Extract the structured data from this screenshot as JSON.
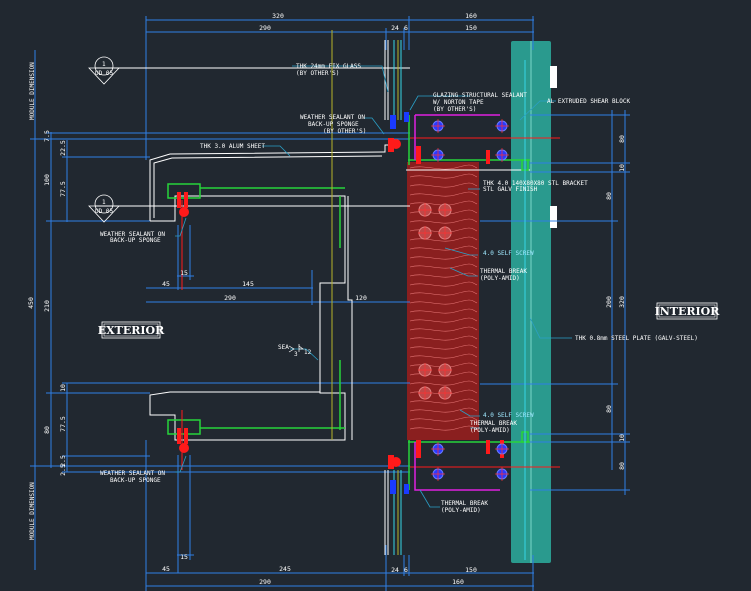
{
  "drawing": {
    "title": "Curtain wall horizontal section detail",
    "background": "#212830",
    "colors": {
      "dimension": "#2f7fe6",
      "outline": "#ffffff",
      "green": "#27d43a",
      "red": "#ff1a1a",
      "magenta": "#e020e0",
      "cyan": "#36d6e6",
      "yellow": "#e6e62a",
      "insulation": "#8a1f1f",
      "glass_panel": "#2a9a8e"
    },
    "zone_labels": {
      "exterior": "EXTERIOR",
      "interior": "INTERIOR"
    },
    "section_markers": [
      {
        "number": "1",
        "sheet": "UD 05"
      },
      {
        "number": "1",
        "sheet": "UD 05"
      }
    ],
    "side_labels": {
      "module_top": "MODULE DIMENSION",
      "module_bottom": "MODULE DIMENSION"
    },
    "top_dims": {
      "row1": [
        "320",
        "160"
      ],
      "row2": [
        "290",
        "24",
        "6",
        "150"
      ]
    },
    "bottom_dims": {
      "row1": [
        "45",
        "245",
        "24",
        "6",
        "150"
      ],
      "row2": [
        "290",
        "160"
      ],
      "small": "15"
    },
    "mid_dims": {
      "row1": [
        "45",
        "145"
      ],
      "row2": [
        "290",
        "120"
      ],
      "small": "15"
    },
    "left_dims": {
      "outer": "450",
      "inner": "210",
      "upper": [
        "7.5",
        "22.5",
        "100",
        "77.5"
      ],
      "lower": [
        "10",
        "80",
        "77.5",
        "2.5",
        "2.5"
      ]
    },
    "right_dims": {
      "upper": [
        "80",
        "10",
        "80"
      ],
      "middle": [
        "200",
        "320"
      ],
      "lower": [
        "80",
        "10",
        "80"
      ]
    },
    "weld_symbol": {
      "ref": "SEA",
      "size": "3",
      "length": "12"
    },
    "annotations": {
      "glass": [
        "THK 24mm FIX GLASS",
        "(BY OTHER'S)"
      ],
      "weather_sealant_top": [
        "WEATHER SEALANT ON",
        "BACK-UP SPONGE",
        "(BY OTHER'S)"
      ],
      "glazing_sealant": [
        "GLAZING STRUCTURAL SEALANT",
        "W/ NORTON TAPE",
        "(BY OTHER'S)"
      ],
      "shear_block": "AL EXTRUDED SHEAR BLOCK",
      "alum_sheet": "THK 3.0 ALUM SHEET",
      "bracket": [
        "THK 4.0 140X80X80 STL BRACKET",
        "STL GALV FINISH"
      ],
      "weather_sealant_left_top": [
        "WEATHER SEALANT ON",
        "BACK-UP SPONGE"
      ],
      "self_screw_top": "4.0 SELF SCREW",
      "thermal_break_top": [
        "THERMAL BREAK",
        "(POLY-AMID)"
      ],
      "steel_plate": "THK 0.8mm STEEL PLATE (GALV-STEEL)",
      "self_screw_bottom": "4.0 SELF SCREW",
      "thermal_break_mid": [
        "THERMAL BREAK",
        "(POLY-AMID)"
      ],
      "weather_sealant_left_bottom": [
        "WEATHER SEALANT ON",
        "BACK-UP SPONGE"
      ],
      "thermal_break_bottom": [
        "THERMAL BREAK",
        "(POLY-AMID)"
      ]
    }
  }
}
